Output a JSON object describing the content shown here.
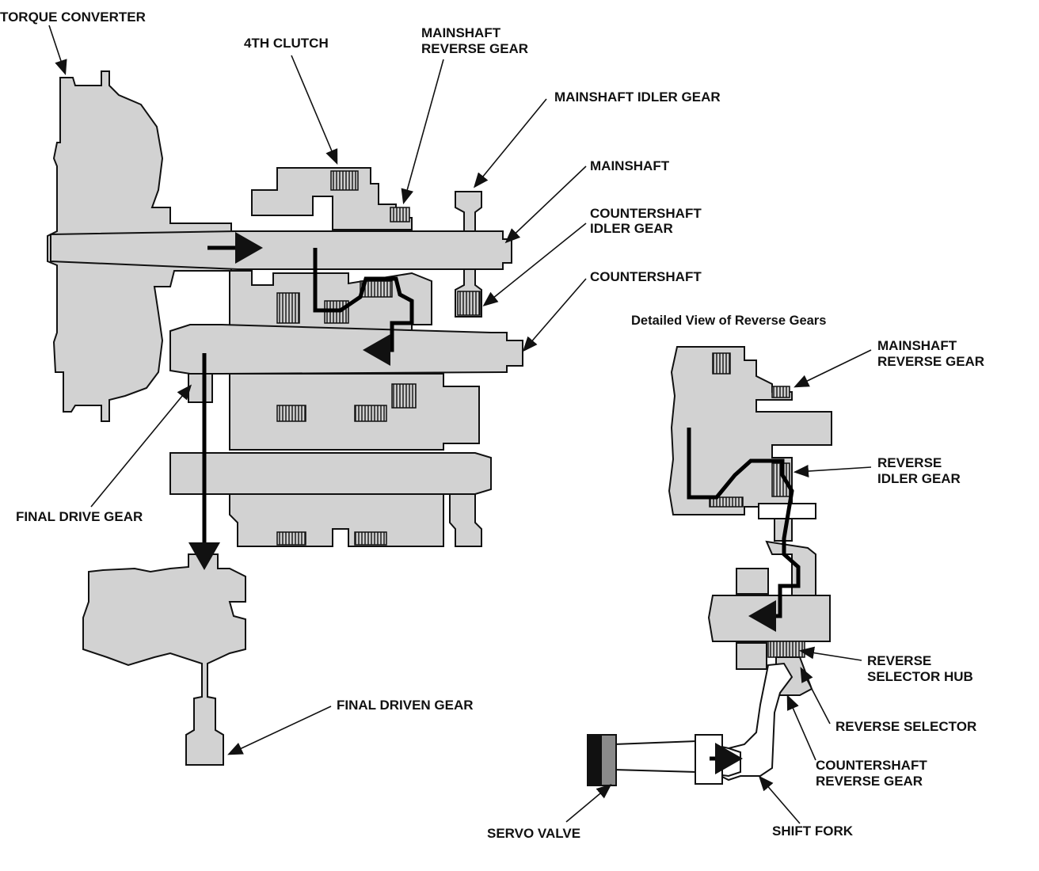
{
  "labels": {
    "torque_converter": "TORQUE CONVERTER",
    "fourth_clutch": "4TH CLUTCH",
    "mainshaft_reverse_gear_l1": "MAINSHAFT",
    "mainshaft_reverse_gear_l2": "REVERSE GEAR",
    "mainshaft_idler_gear": "MAINSHAFT IDLER GEAR",
    "mainshaft": "MAINSHAFT",
    "countershaft_idler_gear_l1": "COUNTERSHAFT",
    "countershaft_idler_gear_l2": "IDLER GEAR",
    "countershaft": "COUNTERSHAFT",
    "final_drive_gear": "FINAL DRIVE GEAR",
    "final_driven_gear": "FINAL DRIVEN GEAR"
  },
  "detail": {
    "title": "Detailed View of Reverse Gears",
    "mainshaft_reverse_gear_l1": "MAINSHAFT",
    "mainshaft_reverse_gear_l2": "REVERSE GEAR",
    "reverse_idler_gear_l1": "REVERSE",
    "reverse_idler_gear_l2": "IDLER GEAR",
    "reverse_selector_hub_l1": "REVERSE",
    "reverse_selector_hub_l2": "SELECTOR HUB",
    "reverse_selector": "REVERSE SELECTOR",
    "countershaft_reverse_gear_l1": "COUNTERSHAFT",
    "countershaft_reverse_gear_l2": "REVERSE GEAR",
    "servo_valve": "SERVO VALVE",
    "shift_fork": "SHIFT FORK"
  }
}
